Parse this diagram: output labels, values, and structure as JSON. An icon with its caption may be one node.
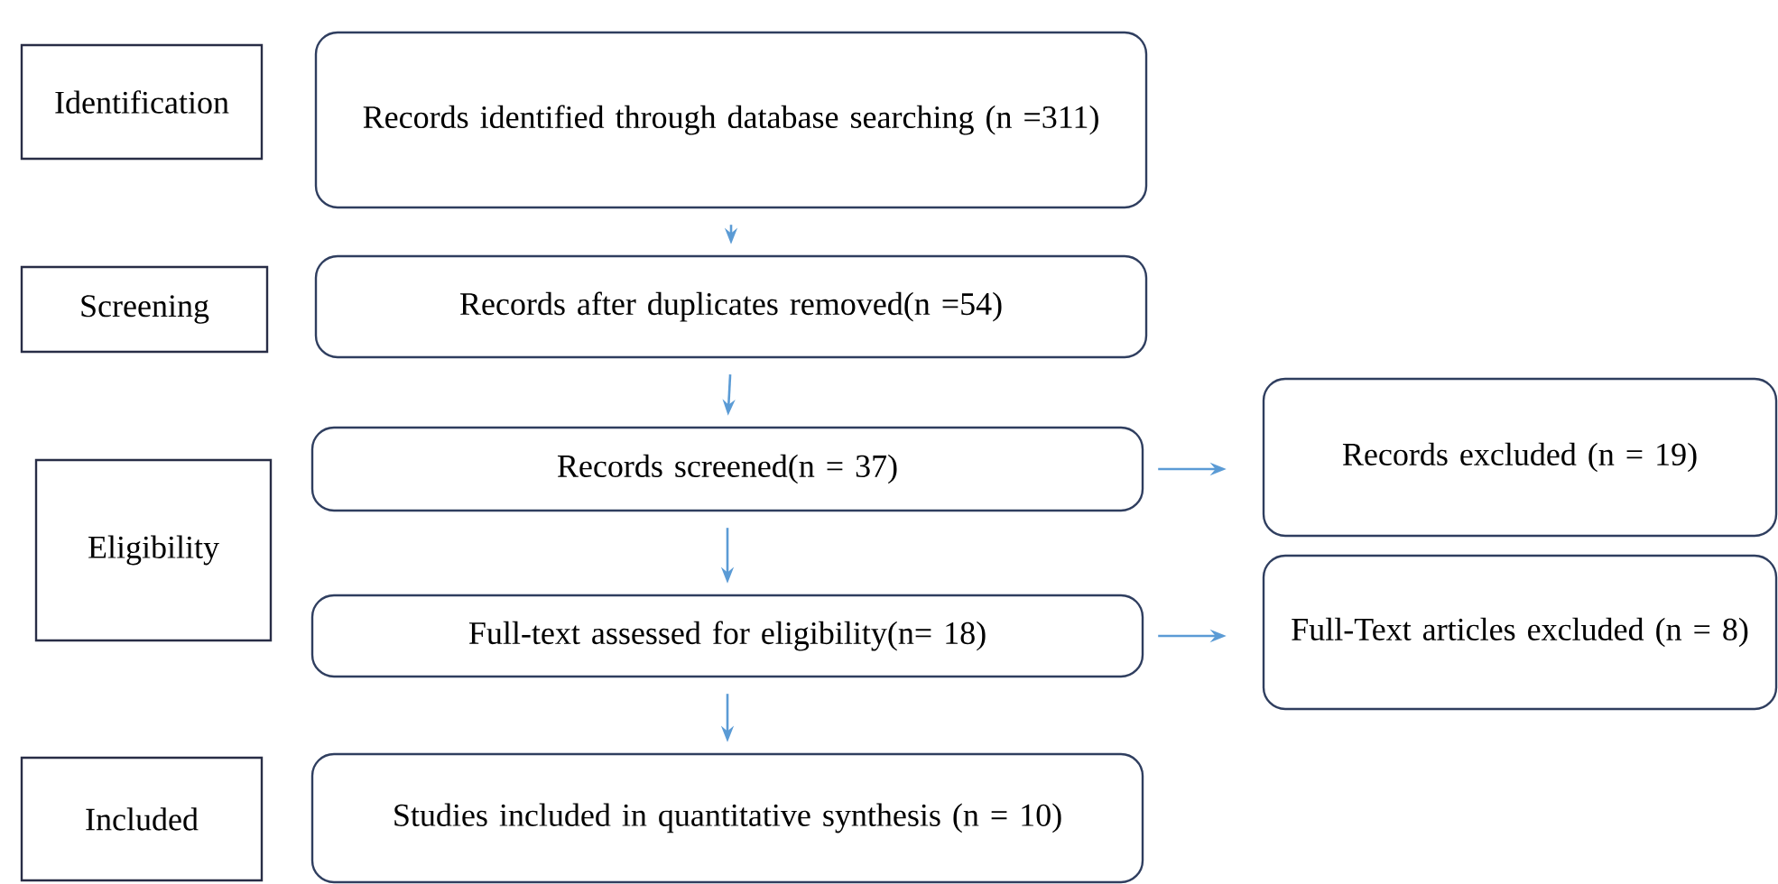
{
  "diagram": {
    "nodes": [
      {
        "text": [
          "Identification"
        ]
      },
      {
        "text": [
          "Records identified through database searching (n =311)"
        ]
      },
      {
        "text": [
          "Screening"
        ]
      },
      {
        "text": [
          "Records after duplicates removed(n =54)"
        ]
      },
      {
        "text": [
          "Eligibility"
        ]
      },
      {
        "text": [
          "Records screened(n = 37)"
        ]
      },
      {
        "text": [
          "Records excluded (n = 19)"
        ]
      },
      {
        "text": [
          "Full-text assessed for eligibility(n= 18)"
        ]
      },
      {
        "text": [
          "Full-Text articles excluded (n = 8)"
        ]
      },
      {
        "text": [
          "Included"
        ]
      },
      {
        "text": [
          "Studies included in quantitative synthesis (n = 10)"
        ]
      }
    ],
    "edges": [
      {
        "from": 1,
        "to": 3,
        "arrow": "to"
      },
      {
        "from": 3,
        "to": 5,
        "arrow": "to"
      },
      {
        "from": 5,
        "to": 7,
        "arrow": "to"
      },
      {
        "from": 7,
        "to": 10,
        "arrow": "to"
      },
      {
        "from": 5,
        "to": 6,
        "arrow": "to"
      },
      {
        "from": 7,
        "to": 8,
        "arrow": "to"
      }
    ]
  }
}
